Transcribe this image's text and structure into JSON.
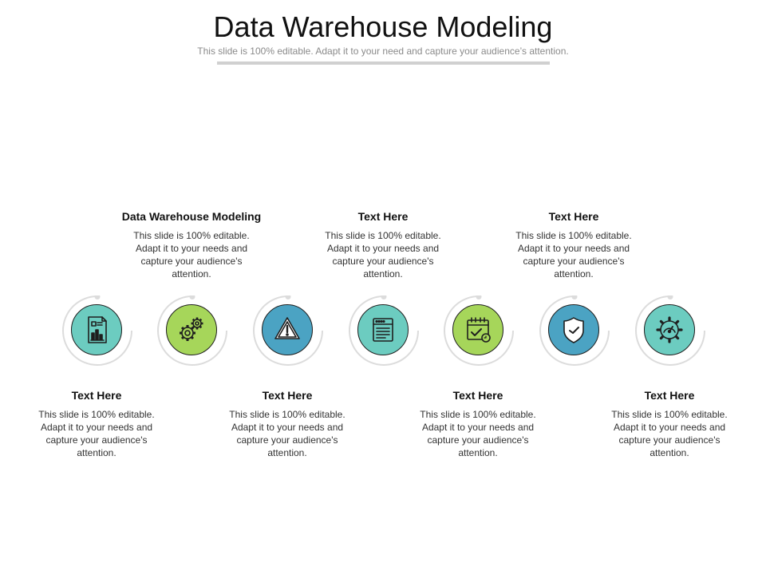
{
  "header": {
    "title": "Data Warehouse Modeling",
    "subtitle": "This slide is 100% editable. Adapt it to your need and capture your audience’s attention."
  },
  "top_items": [
    {
      "heading": "Data Warehouse Modeling",
      "body": "This slide is 100% editable. Adapt it to your needs and capture your audience's attention."
    },
    {
      "heading": "Text Here",
      "body": "This slide is 100% editable. Adapt it to your needs and capture your audience's attention."
    },
    {
      "heading": "Text Here",
      "body": "This slide is 100% editable. Adapt it to your needs and capture your audience's attention."
    }
  ],
  "bottom_items": [
    {
      "heading": "Text Here",
      "body": "This slide is 100% editable. Adapt it to your needs and capture your audience's attention."
    },
    {
      "heading": "Text Here",
      "body": "This slide is 100% editable. Adapt it to your needs and capture your audience's attention."
    },
    {
      "heading": "Text Here",
      "body": "This slide is 100% editable. Adapt it to your needs and capture your audience's attention."
    },
    {
      "heading": "Text Here",
      "body": "This slide is 100% editable. Adapt it to your needs and capture your audience's attention."
    }
  ],
  "nodes": [
    {
      "icon": "report-document-icon",
      "color": "#6cccc0"
    },
    {
      "icon": "gears-icon",
      "color": "#a6d65a"
    },
    {
      "icon": "warning-triangle-icon",
      "color": "#4ba3c3"
    },
    {
      "icon": "browser-page-icon",
      "color": "#6cccc0"
    },
    {
      "icon": "calendar-check-icon",
      "color": "#a6d65a"
    },
    {
      "icon": "shield-check-icon",
      "color": "#4ba3c3"
    },
    {
      "icon": "gear-speedometer-icon",
      "color": "#6cccc0"
    }
  ],
  "colors": {
    "teal": "#6cccc0",
    "green": "#a6d65a",
    "blue": "#4ba3c3",
    "ring": "#dcdcdc"
  }
}
